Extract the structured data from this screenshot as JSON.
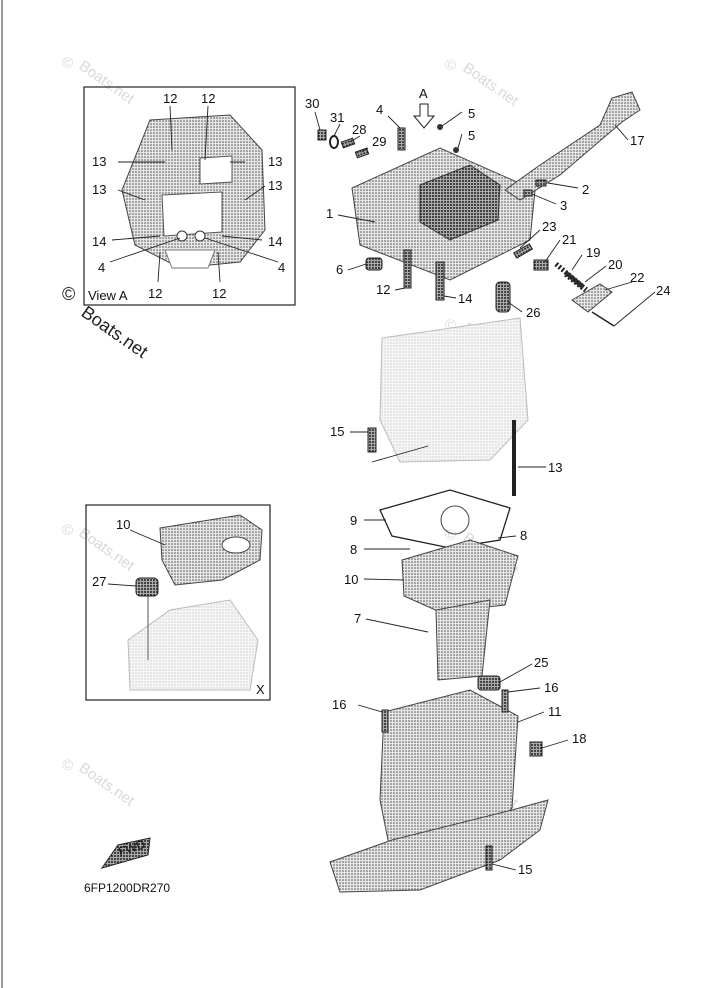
{
  "diagram_code": "6FP1200DR270",
  "watermark": {
    "brand": "Boats.net",
    "symbol": "©"
  },
  "view_label": "View A",
  "arrow_label": "A",
  "inset_x_label": "X",
  "fwd_label": "FWD",
  "main_callouts": [
    {
      "id": "c30",
      "text": "30"
    },
    {
      "id": "c31",
      "text": "31"
    },
    {
      "id": "c4",
      "text": "4"
    },
    {
      "id": "c28",
      "text": "28"
    },
    {
      "id": "c29",
      "text": "29"
    },
    {
      "id": "c5a",
      "text": "5"
    },
    {
      "id": "c5b",
      "text": "5"
    },
    {
      "id": "c17",
      "text": "17"
    },
    {
      "id": "c2",
      "text": "2"
    },
    {
      "id": "c3",
      "text": "3"
    },
    {
      "id": "c1",
      "text": "1"
    },
    {
      "id": "c23",
      "text": "23"
    },
    {
      "id": "c21",
      "text": "21"
    },
    {
      "id": "c19",
      "text": "19"
    },
    {
      "id": "c20",
      "text": "20"
    },
    {
      "id": "c22",
      "text": "22"
    },
    {
      "id": "c24",
      "text": "24"
    },
    {
      "id": "c6",
      "text": "6"
    },
    {
      "id": "c12",
      "text": "12"
    },
    {
      "id": "c14",
      "text": "14"
    },
    {
      "id": "c26",
      "text": "26"
    },
    {
      "id": "c15a",
      "text": "15"
    },
    {
      "id": "c13",
      "text": "13"
    },
    {
      "id": "c9",
      "text": "9"
    },
    {
      "id": "c8a",
      "text": "8"
    },
    {
      "id": "c8b",
      "text": "8"
    },
    {
      "id": "c10",
      "text": "10"
    },
    {
      "id": "c7",
      "text": "7"
    },
    {
      "id": "c25",
      "text": "25"
    },
    {
      "id": "c16a",
      "text": "16"
    },
    {
      "id": "c16b",
      "text": "16"
    },
    {
      "id": "c11",
      "text": "11"
    },
    {
      "id": "c18",
      "text": "18"
    },
    {
      "id": "c15b",
      "text": "15"
    }
  ],
  "view_a_callouts": [
    {
      "id": "v12a",
      "text": "12"
    },
    {
      "id": "v12b",
      "text": "12"
    },
    {
      "id": "v13a",
      "text": "13"
    },
    {
      "id": "v13b",
      "text": "13"
    },
    {
      "id": "v13c",
      "text": "13"
    },
    {
      "id": "v13d",
      "text": "13"
    },
    {
      "id": "v14a",
      "text": "14"
    },
    {
      "id": "v14b",
      "text": "14"
    },
    {
      "id": "v4a",
      "text": "4"
    },
    {
      "id": "v4b",
      "text": "4"
    },
    {
      "id": "v12c",
      "text": "12"
    },
    {
      "id": "v12d",
      "text": "12"
    }
  ],
  "inset_x_callouts": [
    {
      "id": "x10",
      "text": "10"
    },
    {
      "id": "x27",
      "text": "27"
    }
  ]
}
